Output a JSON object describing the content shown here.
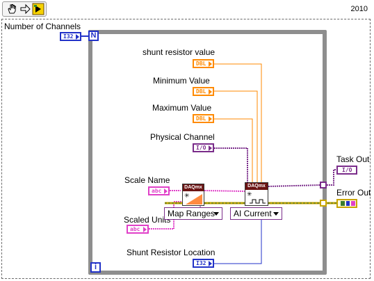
{
  "toolbar": {
    "version": "2010"
  },
  "frame": {
    "title": "Number of Channels",
    "loop_count_label": "N",
    "iteration_label": "i"
  },
  "controls": {
    "num_channels": {
      "type": "I32"
    },
    "shunt_resistor_value": {
      "label": "shunt resistor value",
      "type": "DBL"
    },
    "minimum_value": {
      "label": "Minimum Value",
      "type": "DBL"
    },
    "maximum_value": {
      "label": "Maximum Value",
      "type": "DBL"
    },
    "physical_channel": {
      "label": "Physical Channel",
      "type": "I/O"
    },
    "scale_name": {
      "label": "Scale Name",
      "type": "abc"
    },
    "scaled_units": {
      "label": "Scaled Units",
      "type": "abc"
    },
    "shunt_resistor_location": {
      "label": "Shunt Resistor Location",
      "type": "I32"
    }
  },
  "indicators": {
    "task_out": {
      "label": "Task Out",
      "type": "I/O"
    },
    "error_out": {
      "label": "Error Out",
      "type": ""
    }
  },
  "nodes": {
    "scale_vi": {
      "header": "DAQmx"
    },
    "ai_vi": {
      "header": "DAQmx"
    }
  },
  "selectors": {
    "map_ranges": "Map Ranges",
    "ai_current": "AI Current"
  },
  "colors": {
    "orange": "#ff8a00",
    "blue": "#2232c8",
    "pink": "#e040c8",
    "purple": "#7a2c8a",
    "gold": "#c8a400",
    "dark_red": "#6b1313",
    "loop_gray": "#8e8e8e"
  },
  "icons": [
    "hand-icon",
    "arrow-icon",
    "run-icon"
  ]
}
